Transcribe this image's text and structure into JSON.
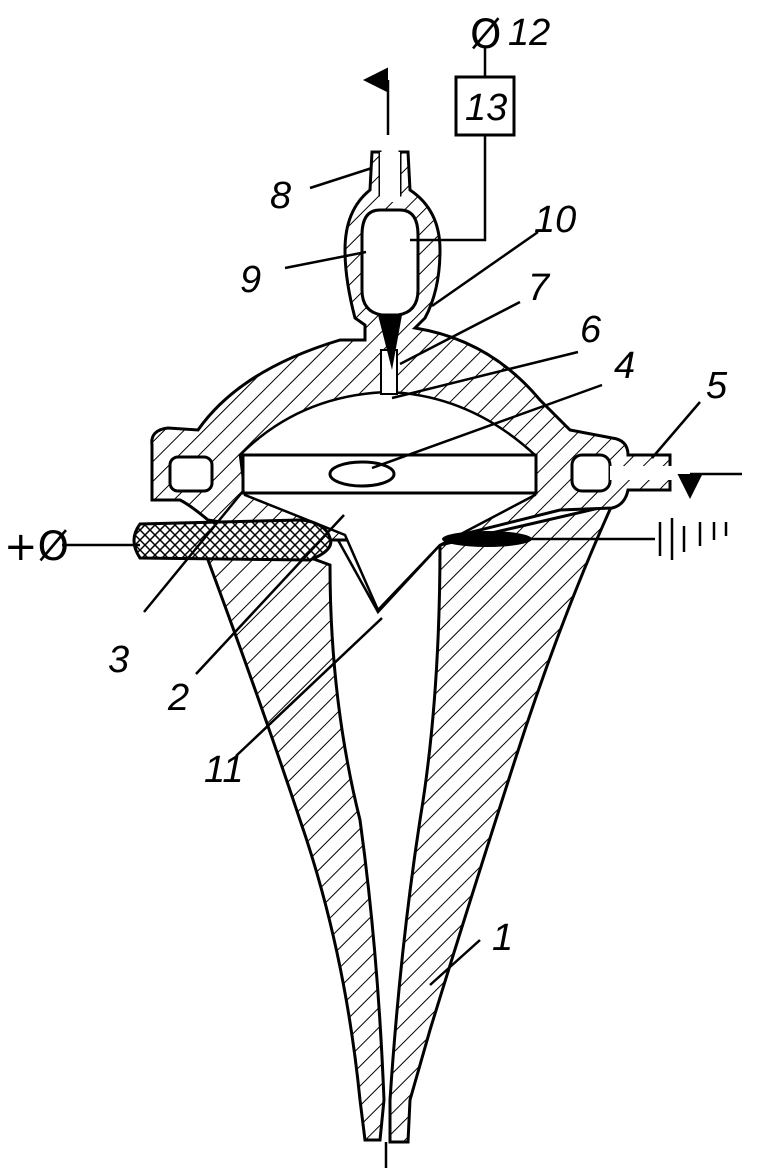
{
  "labels": {
    "l1": "1",
    "l2": "2",
    "l3": "3",
    "l4": "4",
    "l5": "5",
    "l6": "6",
    "l7": "7",
    "l8": "8",
    "l9": "9",
    "l10": "10",
    "l11": "11",
    "l12": "12",
    "l13": "13"
  },
  "terminal_plus": "+Ø",
  "terminal_12_symbol": "Ø"
}
